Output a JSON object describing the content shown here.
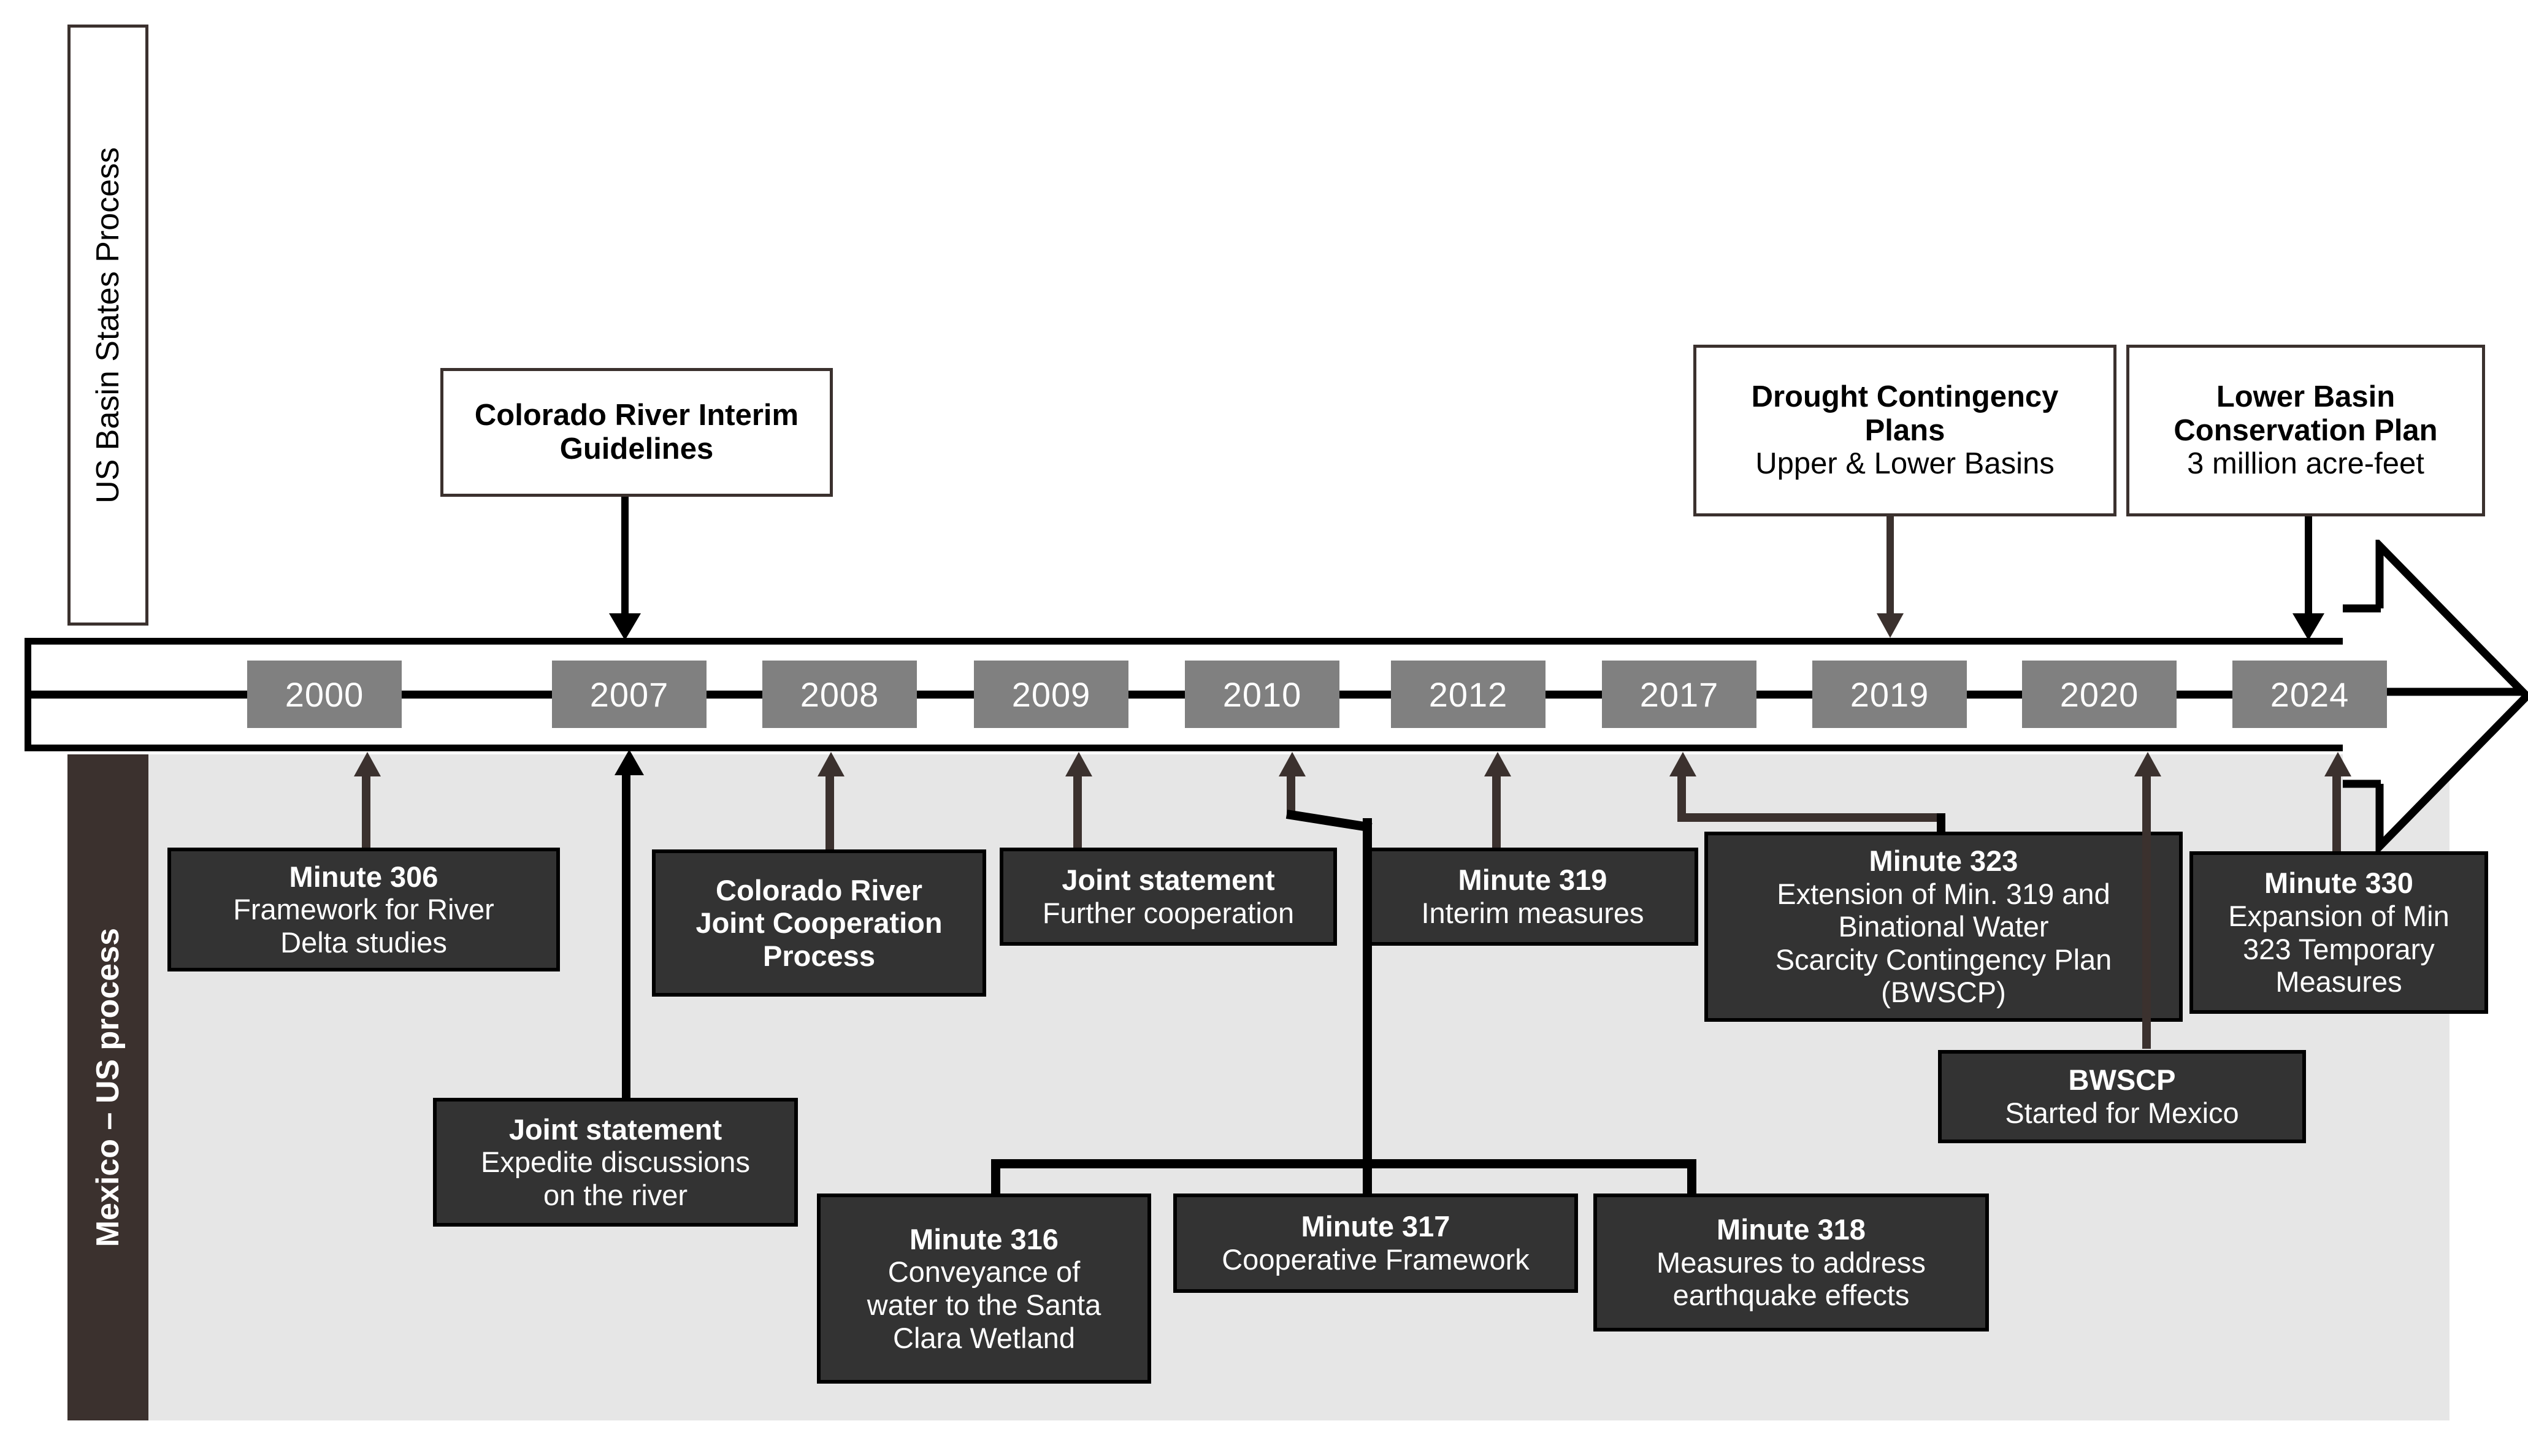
{
  "diagram": {
    "title_left_top": "US Basin States Process",
    "title_left_bottom": "Mexico – US process",
    "colors": {
      "year_chip": "#808080",
      "dark_box": "#333333",
      "brown": "#3b312e",
      "panel": "#e6e6e6"
    }
  },
  "timeline": {
    "years": [
      "2000",
      "2007",
      "2008",
      "2009",
      "2010",
      "2012",
      "2017",
      "2019",
      "2020",
      "2024"
    ]
  },
  "us_boxes": [
    {
      "line1": "Colorado River Interim",
      "line2": "Guidelines",
      "line3": "",
      "year": "2007"
    },
    {
      "line1": "Drought Contingency",
      "line2": "Plans",
      "line3": "Upper & Lower Basins",
      "year": "2019"
    },
    {
      "line1": "Lower Basin",
      "line2": "Conservation Plan",
      "line3": "3 million acre-feet",
      "year": "2024"
    }
  ],
  "mx_boxes": [
    {
      "title": "Minute 306",
      "body": "Framework for River\nDelta studies",
      "year": "2000"
    },
    {
      "title": "Colorado River\nJoint Cooperation\nProcess",
      "body": "",
      "year": "2008"
    },
    {
      "title": "Joint statement",
      "body": "Further cooperation",
      "year": "2009"
    },
    {
      "title": "Minute 319",
      "body": "Interim  measures",
      "year": "2012"
    },
    {
      "title": "Minute 323",
      "body": "Extension of Min. 319 and\nBinational Water\nScarcity Contingency Plan\n(BWSCP)",
      "year": "2017"
    },
    {
      "title": "Minute 330",
      "body": "Expansion of Min\n323 Temporary\nMeasures",
      "year": "2024"
    },
    {
      "title": "Joint statement",
      "body": "Expedite discussions\non the river",
      "year": "2007"
    },
    {
      "title": "BWSCP",
      "body": "Started for Mexico",
      "year": "2020"
    },
    {
      "title": "Minute 316",
      "body": "Conveyance of\nwater to the Santa\nClara Wetland",
      "year": "2010"
    },
    {
      "title": "Minute 317",
      "body": "Cooperative Framework",
      "year": "2010"
    },
    {
      "title": "Minute 318",
      "body": "Measures to address\nearthquake effects",
      "year": "2010"
    }
  ]
}
